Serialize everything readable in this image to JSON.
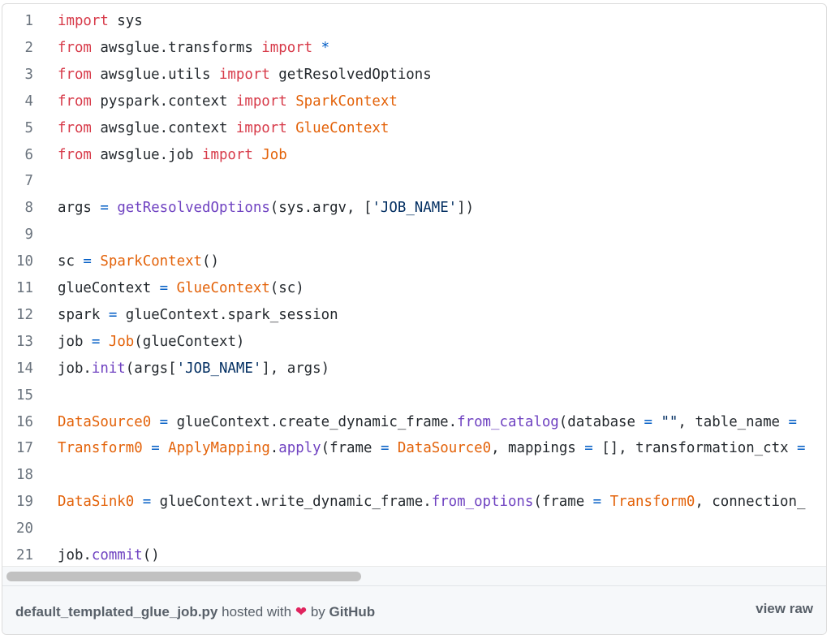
{
  "gist": {
    "lines": [
      {
        "n": "1",
        "tokens": [
          {
            "t": "import",
            "c": "k"
          },
          {
            "t": " sys",
            "c": ""
          }
        ]
      },
      {
        "n": "2",
        "tokens": [
          {
            "t": "from",
            "c": "k"
          },
          {
            "t": " awsglue.transforms ",
            "c": ""
          },
          {
            "t": "import",
            "c": "k"
          },
          {
            "t": " ",
            "c": ""
          },
          {
            "t": "*",
            "c": "o"
          }
        ]
      },
      {
        "n": "3",
        "tokens": [
          {
            "t": "from",
            "c": "k"
          },
          {
            "t": " awsglue.utils ",
            "c": ""
          },
          {
            "t": "import",
            "c": "k"
          },
          {
            "t": " getResolvedOptions",
            "c": ""
          }
        ]
      },
      {
        "n": "4",
        "tokens": [
          {
            "t": "from",
            "c": "k"
          },
          {
            "t": " pyspark.context ",
            "c": ""
          },
          {
            "t": "import",
            "c": "k"
          },
          {
            "t": " ",
            "c": ""
          },
          {
            "t": "SparkContext",
            "c": "c"
          }
        ]
      },
      {
        "n": "5",
        "tokens": [
          {
            "t": "from",
            "c": "k"
          },
          {
            "t": " awsglue.context ",
            "c": ""
          },
          {
            "t": "import",
            "c": "k"
          },
          {
            "t": " ",
            "c": ""
          },
          {
            "t": "GlueContext",
            "c": "c"
          }
        ]
      },
      {
        "n": "6",
        "tokens": [
          {
            "t": "from",
            "c": "k"
          },
          {
            "t": " awsglue.job ",
            "c": ""
          },
          {
            "t": "import",
            "c": "k"
          },
          {
            "t": " ",
            "c": ""
          },
          {
            "t": "Job",
            "c": "c"
          }
        ]
      },
      {
        "n": "7",
        "tokens": []
      },
      {
        "n": "8",
        "tokens": [
          {
            "t": "args ",
            "c": ""
          },
          {
            "t": "=",
            "c": "o"
          },
          {
            "t": " ",
            "c": ""
          },
          {
            "t": "getResolvedOptions",
            "c": "f"
          },
          {
            "t": "(sys.argv, [",
            "c": ""
          },
          {
            "t": "'JOB_NAME'",
            "c": "s"
          },
          {
            "t": "])",
            "c": ""
          }
        ]
      },
      {
        "n": "9",
        "tokens": []
      },
      {
        "n": "10",
        "tokens": [
          {
            "t": "sc ",
            "c": ""
          },
          {
            "t": "=",
            "c": "o"
          },
          {
            "t": " ",
            "c": ""
          },
          {
            "t": "SparkContext",
            "c": "c"
          },
          {
            "t": "()",
            "c": ""
          }
        ]
      },
      {
        "n": "11",
        "tokens": [
          {
            "t": "glueContext ",
            "c": ""
          },
          {
            "t": "=",
            "c": "o"
          },
          {
            "t": " ",
            "c": ""
          },
          {
            "t": "GlueContext",
            "c": "c"
          },
          {
            "t": "(sc)",
            "c": ""
          }
        ]
      },
      {
        "n": "12",
        "tokens": [
          {
            "t": "spark ",
            "c": ""
          },
          {
            "t": "=",
            "c": "o"
          },
          {
            "t": " glueContext.spark_session",
            "c": ""
          }
        ]
      },
      {
        "n": "13",
        "tokens": [
          {
            "t": "job ",
            "c": ""
          },
          {
            "t": "=",
            "c": "o"
          },
          {
            "t": " ",
            "c": ""
          },
          {
            "t": "Job",
            "c": "c"
          },
          {
            "t": "(glueContext)",
            "c": ""
          }
        ]
      },
      {
        "n": "14",
        "tokens": [
          {
            "t": "job.",
            "c": ""
          },
          {
            "t": "init",
            "c": "f"
          },
          {
            "t": "(args[",
            "c": ""
          },
          {
            "t": "'JOB_NAME'",
            "c": "s"
          },
          {
            "t": "], args)",
            "c": ""
          }
        ]
      },
      {
        "n": "15",
        "tokens": []
      },
      {
        "n": "16",
        "tokens": [
          {
            "t": "DataSource0",
            "c": "c"
          },
          {
            "t": " ",
            "c": ""
          },
          {
            "t": "=",
            "c": "o"
          },
          {
            "t": " glueContext.create_dynamic_frame.",
            "c": ""
          },
          {
            "t": "from_catalog",
            "c": "f"
          },
          {
            "t": "(database ",
            "c": ""
          },
          {
            "t": "=",
            "c": "o"
          },
          {
            "t": " ",
            "c": ""
          },
          {
            "t": "\"\"",
            "c": "s"
          },
          {
            "t": ", table_name ",
            "c": ""
          },
          {
            "t": "=",
            "c": "o"
          }
        ]
      },
      {
        "n": "17",
        "tokens": [
          {
            "t": "Transform0",
            "c": "c"
          },
          {
            "t": " ",
            "c": ""
          },
          {
            "t": "=",
            "c": "o"
          },
          {
            "t": " ",
            "c": ""
          },
          {
            "t": "ApplyMapping",
            "c": "c"
          },
          {
            "t": ".",
            "c": ""
          },
          {
            "t": "apply",
            "c": "f"
          },
          {
            "t": "(frame ",
            "c": ""
          },
          {
            "t": "=",
            "c": "o"
          },
          {
            "t": " ",
            "c": ""
          },
          {
            "t": "DataSource0",
            "c": "c"
          },
          {
            "t": ", mappings ",
            "c": ""
          },
          {
            "t": "=",
            "c": "o"
          },
          {
            "t": " [], transformation_ctx ",
            "c": ""
          },
          {
            "t": "=",
            "c": "o"
          }
        ]
      },
      {
        "n": "18",
        "tokens": []
      },
      {
        "n": "19",
        "tokens": [
          {
            "t": "DataSink0",
            "c": "c"
          },
          {
            "t": " ",
            "c": ""
          },
          {
            "t": "=",
            "c": "o"
          },
          {
            "t": " glueContext.write_dynamic_frame.",
            "c": ""
          },
          {
            "t": "from_options",
            "c": "f"
          },
          {
            "t": "(frame ",
            "c": ""
          },
          {
            "t": "=",
            "c": "o"
          },
          {
            "t": " ",
            "c": ""
          },
          {
            "t": "Transform0",
            "c": "c"
          },
          {
            "t": ", connection_",
            "c": ""
          }
        ]
      },
      {
        "n": "20",
        "tokens": []
      },
      {
        "n": "21",
        "tokens": [
          {
            "t": "job.",
            "c": ""
          },
          {
            "t": "commit",
            "c": "f"
          },
          {
            "t": "()",
            "c": ""
          }
        ]
      }
    ]
  },
  "footer": {
    "filename": "default_templated_glue_job.py",
    "hosted_with": " hosted with ",
    "heart": "❤",
    "by": " by ",
    "github": "GitHub",
    "view_raw": "view raw"
  },
  "colors": {
    "keyword": "#d73a49",
    "class": "#e36209",
    "function": "#6f42c1",
    "operator": "#005cc5",
    "string": "#032f62"
  }
}
